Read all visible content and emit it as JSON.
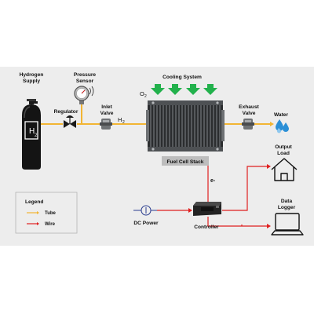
{
  "labels": {
    "hydrogen_supply": [
      "Hydrogen",
      "Supply"
    ],
    "pressure_sensor": [
      "Pressure",
      "Sensor"
    ],
    "regulator": "Regulator",
    "inlet_valve": [
      "Inlet",
      "Valve"
    ],
    "h2_flow": "H",
    "h2_flow_sub": "2",
    "o2": "O",
    "o2_sub": "2",
    "cooling_system": "Cooling System",
    "exhaust_valve": [
      "Exhaust",
      "Valve"
    ],
    "water": "Water",
    "output_load": [
      "Output",
      "Load"
    ],
    "fuel_cell_stack": "Fuel Cell Stack",
    "electron": "e-",
    "dc_power": "DC Power",
    "controller": "Controller",
    "data_logger": [
      "Data",
      "Logger"
    ],
    "cylinder_mark": "H",
    "cylinder_mark_sub": "2"
  },
  "legend": {
    "title": "Legend",
    "items": [
      {
        "label": "Tube",
        "color": "#f2b533"
      },
      {
        "label": "Wire",
        "color": "#e02020"
      }
    ]
  },
  "colors": {
    "tube": "#f2b533",
    "wire": "#e02020",
    "cooling_arrow": "#22b14c",
    "water_drop": "#2b8fd6",
    "panel": "#ededed"
  }
}
